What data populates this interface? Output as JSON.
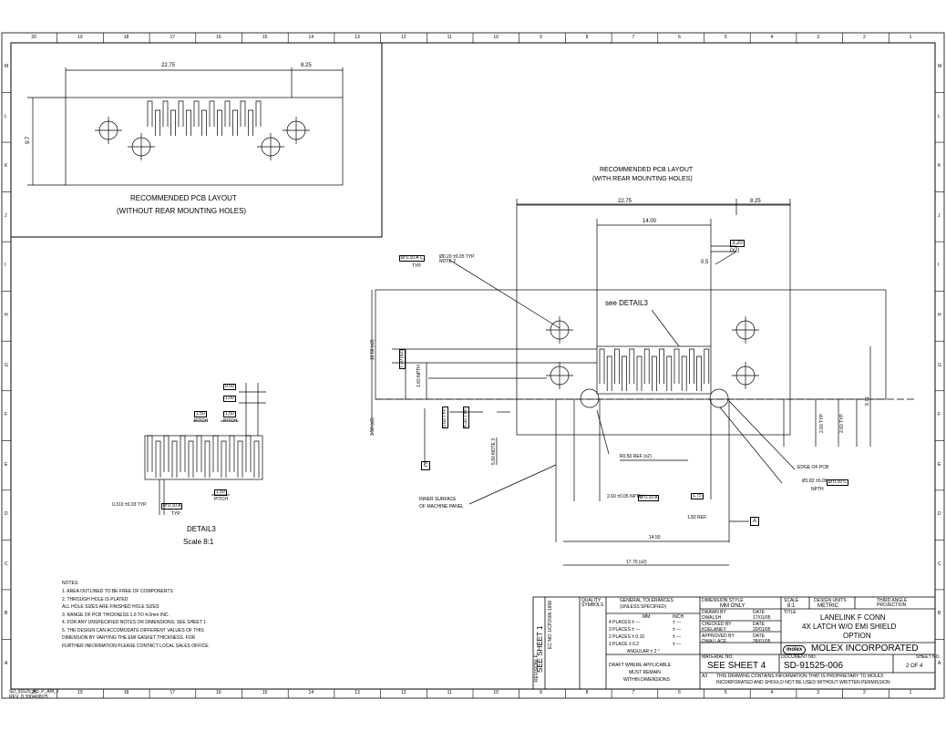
{
  "border": {
    "top_cols": [
      "20",
      "19",
      "18",
      "17",
      "16",
      "15",
      "14",
      "13",
      "12",
      "11",
      "10",
      "9",
      "8",
      "7",
      "6",
      "5",
      "4",
      "3",
      "2",
      "1"
    ],
    "rows": [
      "M",
      "L",
      "K",
      "J",
      "I",
      "H",
      "G",
      "F",
      "E",
      "D",
      "C",
      "B",
      "A"
    ]
  },
  "view1": {
    "dim_width": "22.75",
    "dim_right": "8.25",
    "dim_height": "9.7",
    "title": "RECOMMENDED PCB LAYOUT",
    "subtitle": "(WITHOUT REAR MOUNTING HOLES)"
  },
  "view2": {
    "title": "RECOMMENDED PCB LAYOUT",
    "subtitle": "(WITH REAR MOUNTING HOLES)",
    "dim_width": "22.75",
    "dim_right": "8.25",
    "dim_inner": "14.00",
    "dim_320": "3.20",
    "dim_320_note": "(x2)",
    "dim_05": "0.5",
    "detail_ref": "see DETAIL3",
    "tol_hole": "Ø 0.10 A C",
    "tol_hole_typ": "TYP.",
    "hole_note": "Ø0.20 ±0.05 TYP. NOTE 2",
    "dim_1250": "12.50 (x2)",
    "dim_770": "7.70 (x2)",
    "dim_160": "1.60 NPTH",
    "dim_3500": "3.50 (x2)",
    "dim_060": "0.60 TYP.",
    "dim_430": "4.30 TYP.",
    "dim_580": "5.80 NOTE 3",
    "datum_c": "C",
    "dim_radius": "R0.50 REF (x2)",
    "dim_260": "2.60 ±0.05 NPTH",
    "dim_260_tol": "Ø 0.10 A",
    "dim_175": "1.75",
    "dim_182": "1.82 REF.",
    "datum_a": "A",
    "dim_1450": "14.50",
    "dim_1770": "17.70 (x2)",
    "dim_2601": "2.60 TYP.",
    "dim_2602": "2.60 TYP.",
    "dim_971": "9.71",
    "edge_pcb": "EDGE OF PCB",
    "dim_182hole": "Ø1.82 ±0.05",
    "dim_182tol": "Ø 0.10 C",
    "npth": "NPTH",
    "inner_surface": "INNER SURFACE",
    "machine_panel": "OF MACHINE PANEL"
  },
  "detail3": {
    "dim_050": "0.50",
    "dim_100": "1.00",
    "dim_150a": "1.50",
    "dim_150b": "1.50",
    "pitch": "PITCH",
    "dim_150c": "1.50",
    "dim_0310": "0.310 ±0.03 TYP.",
    "tol": "Ø 0.10 A",
    "typ": "TYP",
    "title": "DETAIL3",
    "scale": "Scale 8:1"
  },
  "notes": {
    "heading": "NOTES:",
    "lines": [
      "1. AREA OUTLINED TO BE FREE OF COMPONENTS",
      "2. THROUGH HOLE IS PLATED",
      "   ALL HOLE SIZES ARE FINISHED HOLE SIZES",
      "3. RANGE OF PCB THICKNESS 1.6 TO 4.0mm INC.",
      "4. FOR ANY UNSPECIFIED NOTES OR DIMENSIONS, SEE SHEET 1",
      "5. THE DESIGN CAN ACCOMODATE DIFFERENT VALUES OF THIS",
      "   DIMENSION BY VARYING THE EMI GASKET THICKNESS. FOR",
      "   FURTHER INFORMATION PLEASE CONTACT LOCAL SALES OFFICE."
    ]
  },
  "title_block": {
    "sheet_ref": "SEE SHEET 1",
    "quality_symbols": "QUALITY SYMBOLS",
    "general_tol": "GENERAL TOLERANCES",
    "unless": "(UNLESS SPECIFIED)",
    "mm": "MM",
    "inch": "INCH",
    "tol_rows": [
      "4 PLACES ± ---",
      "3 PLACES ± ---",
      "2 PLACES ± 0.10",
      "1 PLACE ± 0.2"
    ],
    "tol_rows_inch": [
      "± ---",
      "± ---",
      "± ---",
      "± ---"
    ],
    "angular": "ANGULAR ± 2 °",
    "draft": "DRAFT WHERE APPLICABLE",
    "must_remain": "MUST REMAIN",
    "within": "WITHIN DIMENSIONS",
    "dim_style_lbl": "DIMENSION STYLE",
    "dim_style": "MM ONLY",
    "scale_lbl": "SCALE",
    "scale": "8:1",
    "design_units_lbl": "DESIGN UNITS",
    "design_units": "METRIC",
    "projection": "THIRD ANGLE PROJECTION",
    "drawn_lbl": "DRAWN BY",
    "drawn": "DWALSH",
    "drawn_date": "17/01/05",
    "checked_lbl": "CHECKED BY",
    "checked": "KDELANEY",
    "checked_date": "20/01/05",
    "approved_lbl": "APPROVED BY",
    "approved": "DWALLACE",
    "approved_date": "28/01/05",
    "date_lbl": "DATE",
    "title_lbl": "TITLE",
    "title1": "LANELINK F CONN",
    "title2": "4X LATCH W/O EMI SHIELD",
    "title3": "OPTION",
    "company": "MOLEX INCORPORATED",
    "logo": "molex",
    "material_lbl": "MATERIAL NO.",
    "material": "SEE SHEET 4",
    "doc_lbl": "DOCUMENT NO.",
    "doc": "SD-91525-006",
    "sheet_lbl": "SHEET NO.",
    "sheet": "2 OF 4",
    "size": "A3",
    "proprietary1": "THIS DRAWING CONTAINS INFORMATION THAT IS PROPRIETARY TO MOLEX",
    "proprietary2": "INCORPORATED AND SHOULD NOT BE USED WITHOUT WRITTEN PERMISSION",
    "rev_lbl": "EC NO: UCP2006-1658",
    "rev": "REVISION: F"
  },
  "footer": {
    "file1": "SD_91525_A3_P_AM_T",
    "file2": "REV. D 2004/08/25"
  }
}
